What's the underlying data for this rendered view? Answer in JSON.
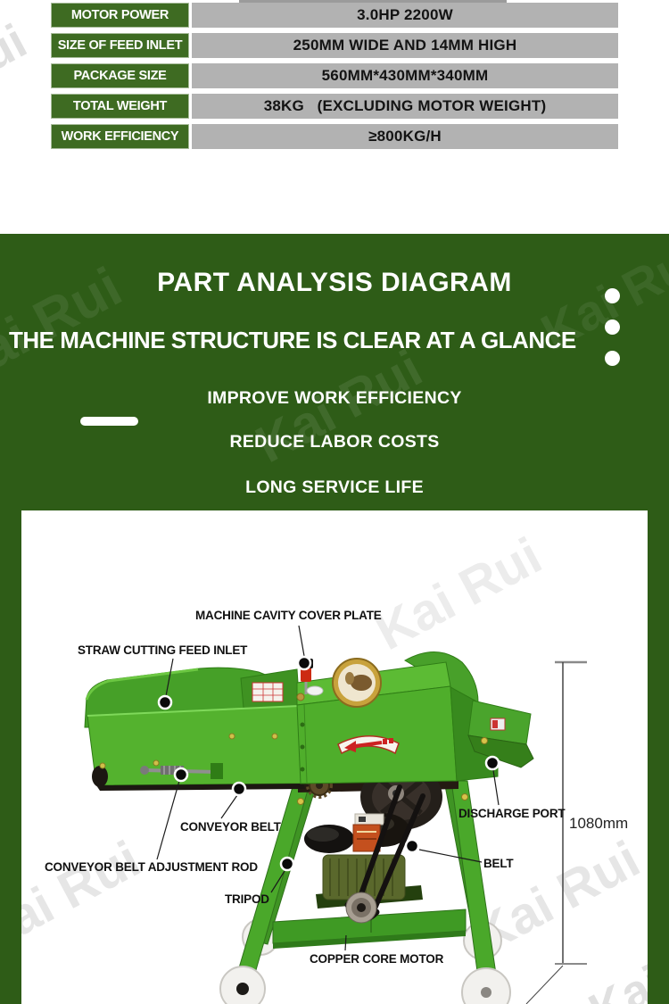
{
  "watermark": {
    "text": "Kai Rui"
  },
  "colors": {
    "banner_green": "#2e5c17",
    "table_label_green": "#3e6b22",
    "value_gray": "#b2b2b2",
    "machine_green": "#54b22e",
    "label_text": "#111111"
  },
  "spec_table": {
    "rows": [
      {
        "label": "MOTOR POWER",
        "value": "3.0HP 2200W"
      },
      {
        "label": "SIZE OF FEED INLET",
        "value": "250MM WIDE AND 14MM HIGH"
      },
      {
        "label": "PACKAGE SIZE",
        "value": "560MM*430MM*340MM"
      },
      {
        "label": "TOTAL WEIGHT",
        "value": "38KG   (EXCLUDING MOTOR WEIGHT)"
      },
      {
        "label": "WORK EFFICIENCY",
        "value": "≥800KG/H"
      }
    ]
  },
  "banner": {
    "title": "PART ANALYSIS DIAGRAM",
    "subtitle": "THE MACHINE STRUCTURE IS CLEAR AT A GLANCE",
    "features": [
      "IMPROVE WORK EFFICIENCY",
      "REDUCE LABOR COSTS",
      "LONG SERVICE LIFE"
    ]
  },
  "diagram": {
    "labels": [
      {
        "text": "MACHINE CAVITY COVER PLATE"
      },
      {
        "text": "STRAW CUTTING FEED INLET"
      },
      {
        "text": "CONVEYOR BELT"
      },
      {
        "text": "CONVEYOR BELT ADJUSTMENT ROD"
      },
      {
        "text": "TRIPOD"
      },
      {
        "text": "DISCHARGE PORT"
      },
      {
        "text": "BELT"
      },
      {
        "text": "COPPER CORE MOTOR"
      }
    ],
    "dimension": {
      "height_label": "1080mm"
    }
  }
}
